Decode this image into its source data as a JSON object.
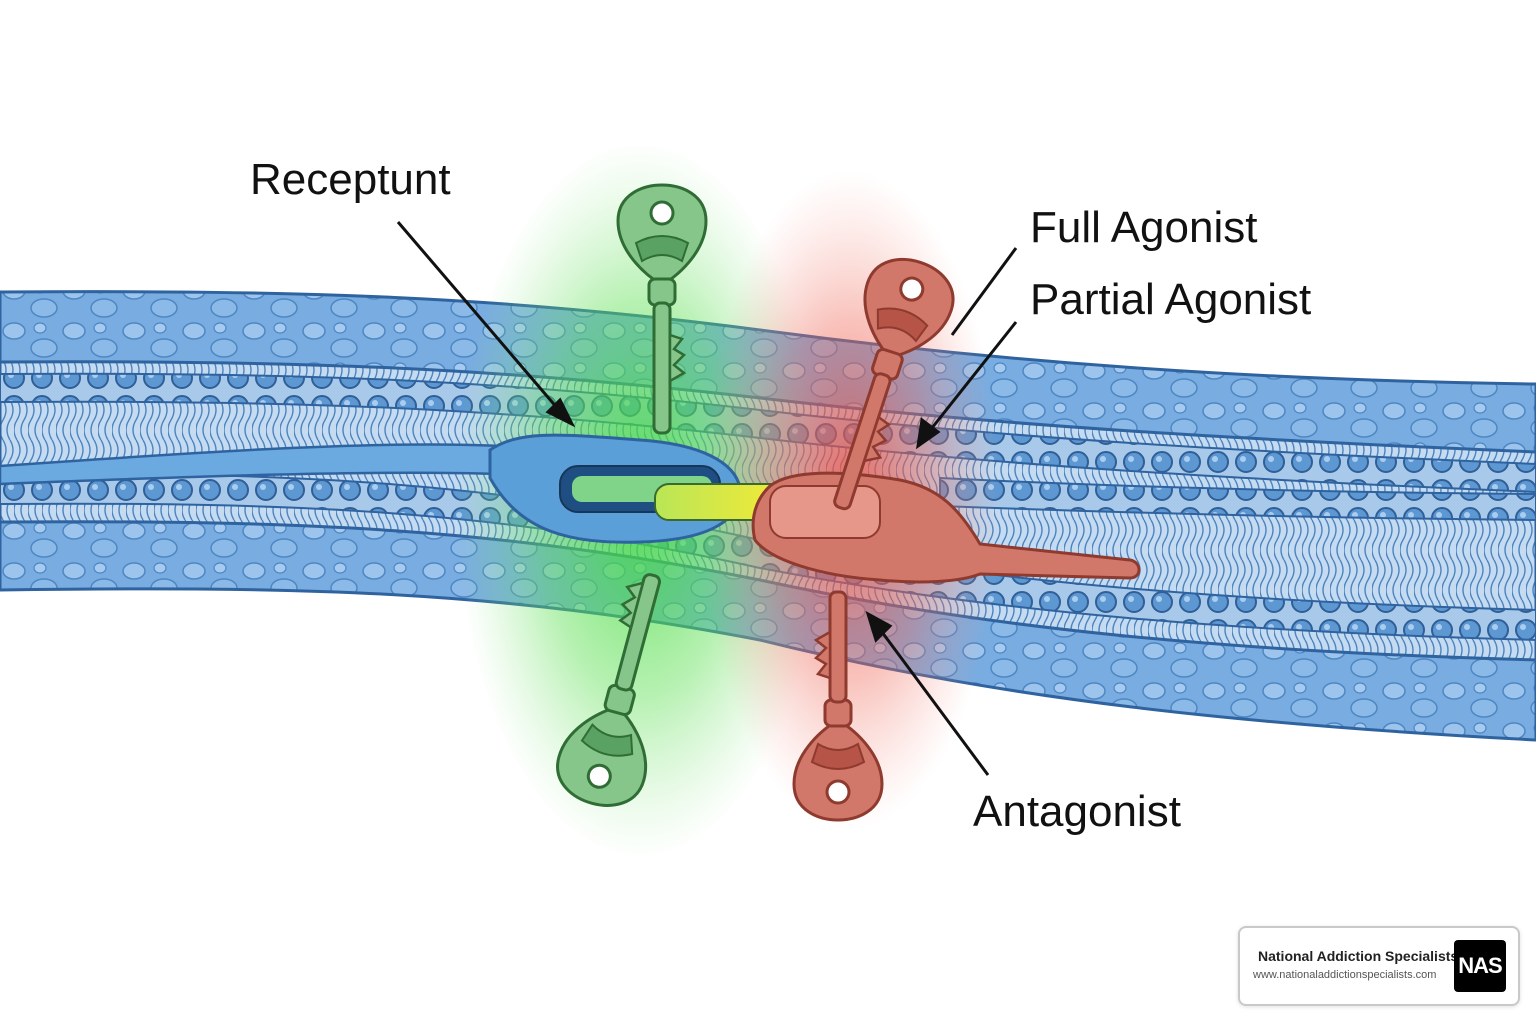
{
  "labels": {
    "receptor": "Receptunt",
    "full_agonist": "Full Agonist",
    "partial_agonist": "Partial Agonist",
    "antagonist": "Antagonist"
  },
  "badge": {
    "name": "National Addiction Specialists",
    "url": "www.nationaladdictionspecialists.com",
    "logo_text": "NAS"
  },
  "colors": {
    "membrane": "#5a95cf",
    "receptor": "#5b9fd8",
    "agonist_key": "#7cc27e",
    "antagonist_key": "#cf6a5c",
    "partial_fit": "#f2e23a",
    "green_glow": "#3fdc3a",
    "red_glow": "#ef4a3a"
  },
  "icons": [
    "key-icon",
    "lock-icon"
  ]
}
